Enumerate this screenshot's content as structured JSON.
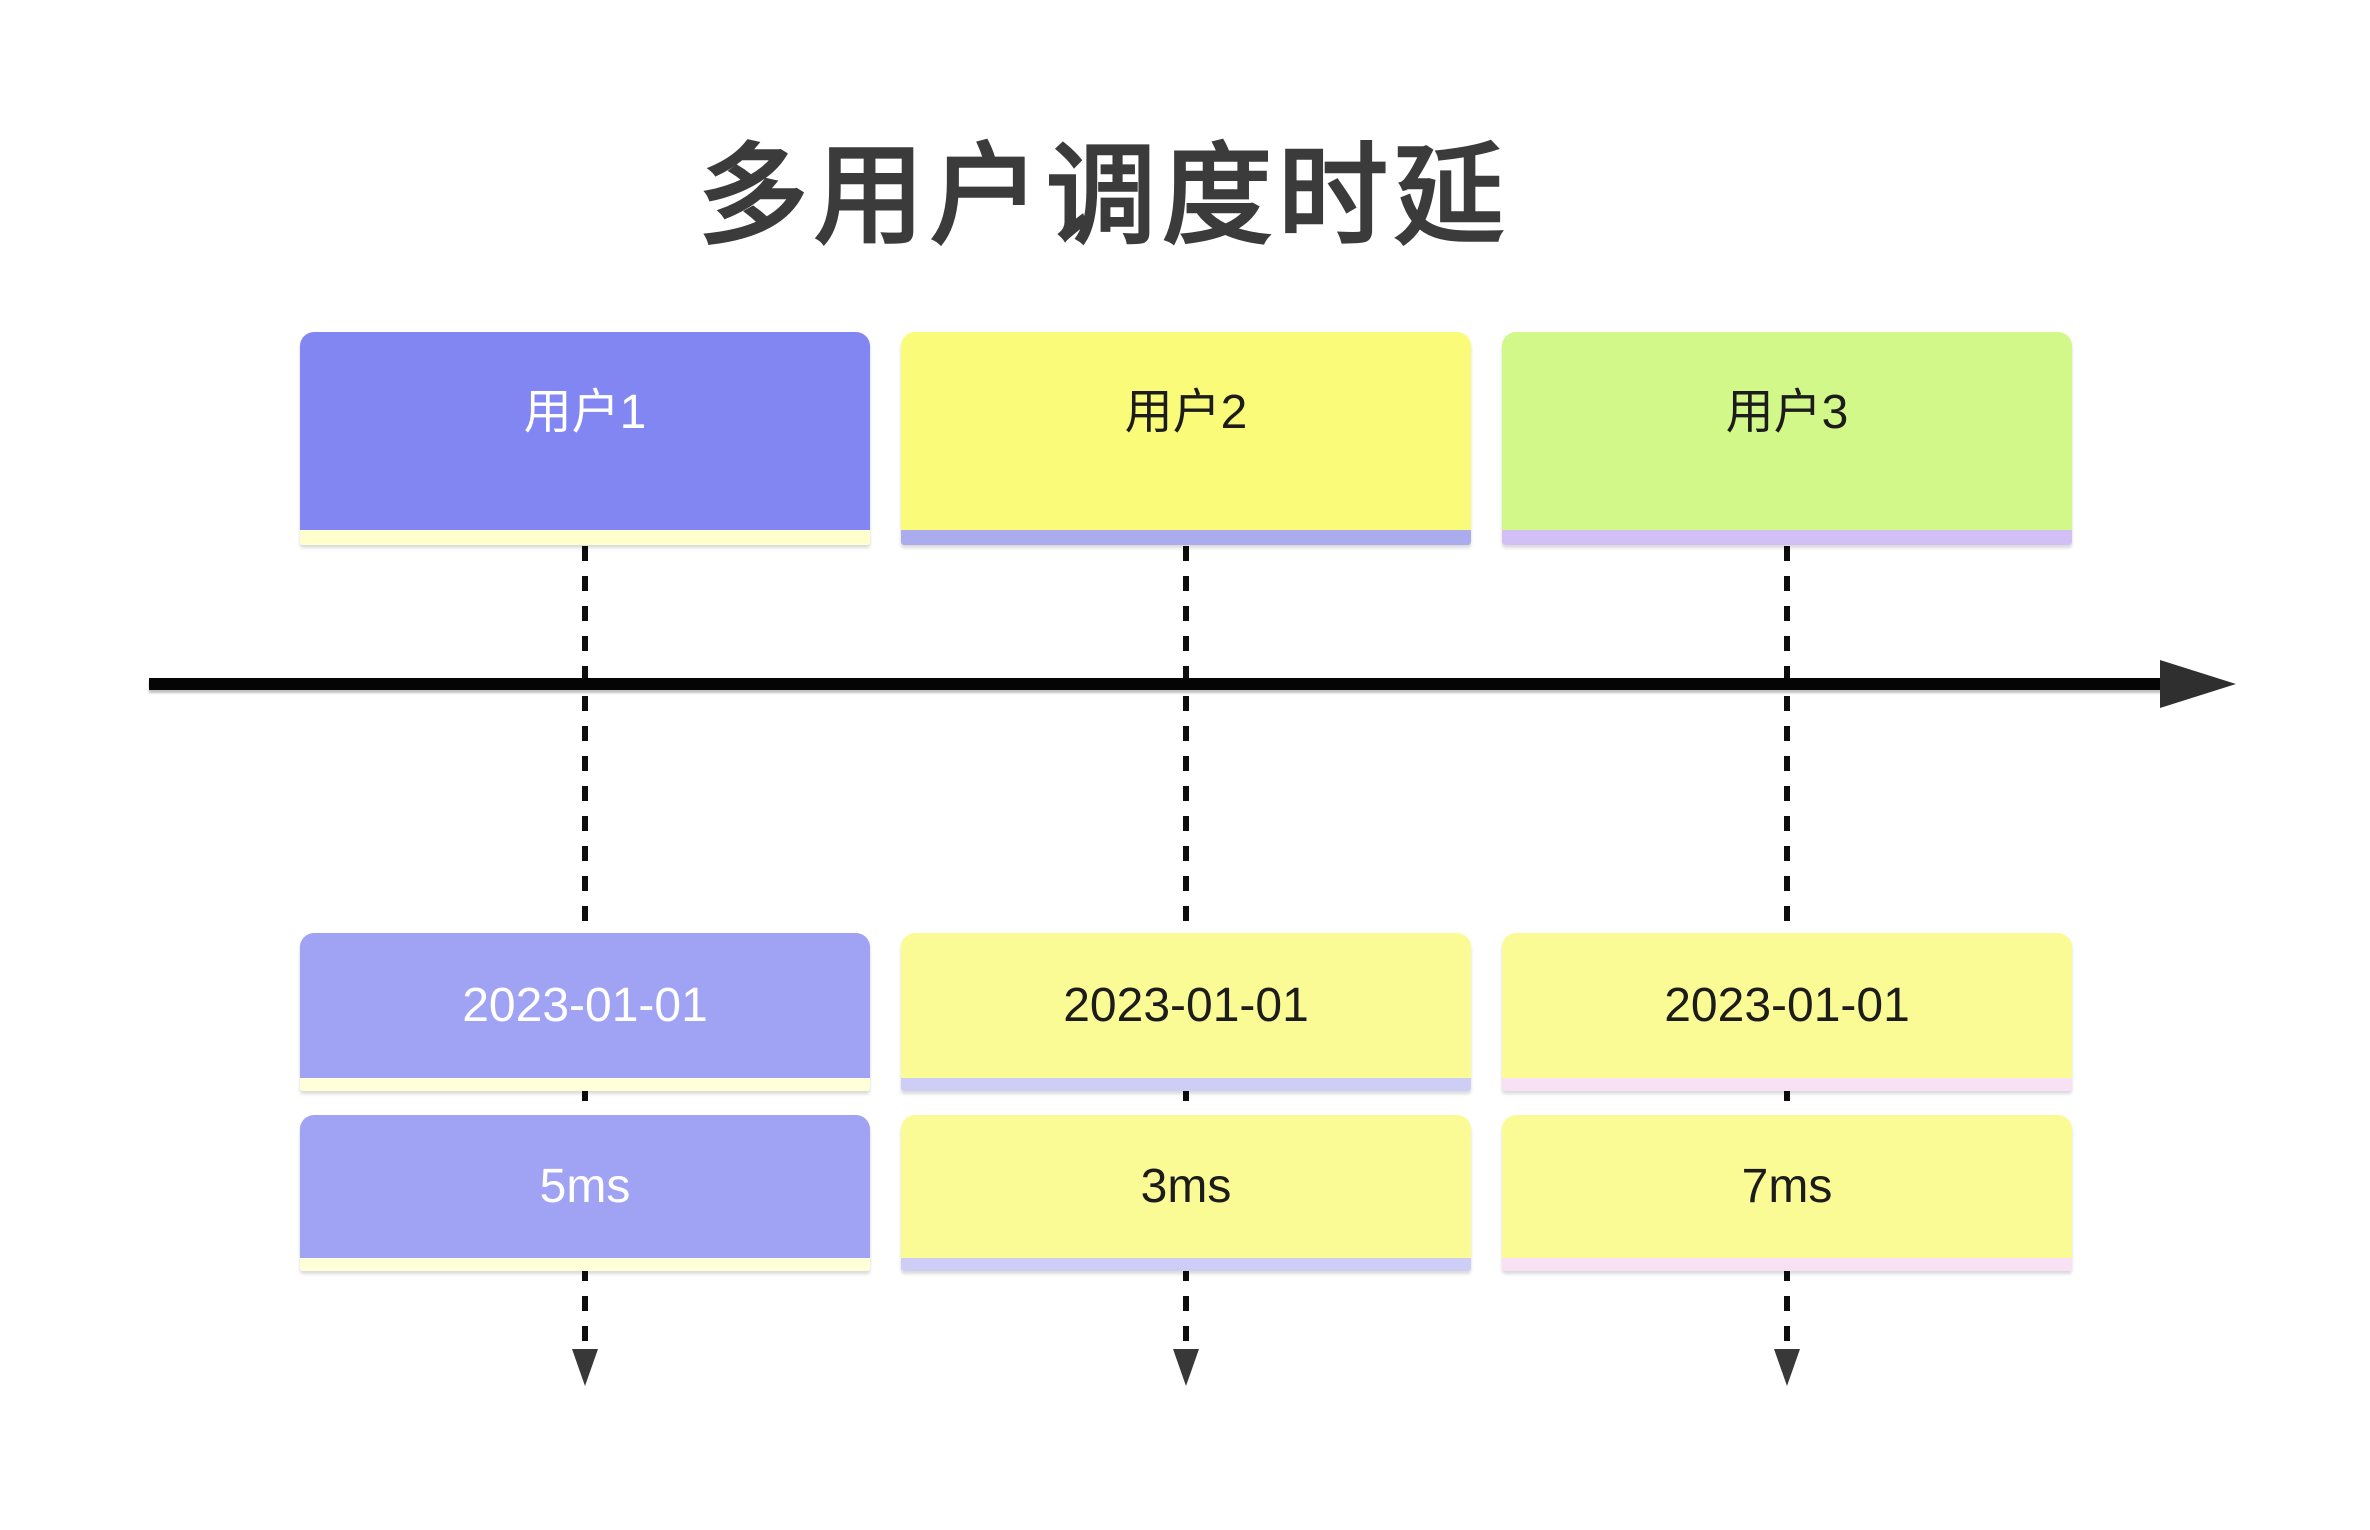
{
  "title": "多用户调度时延",
  "colors": {
    "background": "#ffffff",
    "title_text": "#3b3b3b",
    "axis_line": "#050505",
    "axis_arrowhead": "#2f2f2f",
    "connector_dash": "#0d0d0d",
    "connector_arrowhead": "#383838"
  },
  "icons": {
    "axis_arrowhead": "right-triangle-arrowhead-icon",
    "connector_arrowhead": "down-triangle-arrowhead-icon"
  },
  "timeline": {
    "users": [
      {
        "name": "用户1",
        "date": "2023-01-01",
        "latency": "5ms",
        "header": {
          "bg": "#8286f3",
          "text": "#ffffff",
          "strip": "#ffffcd"
        },
        "event": {
          "bg": "#a0a2f3",
          "text": "#ffffff",
          "strip": "#ffffd8"
        }
      },
      {
        "name": "用户2",
        "date": "2023-01-01",
        "latency": "3ms",
        "header": {
          "bg": "#fbfb7a",
          "text": "#1c1c1c",
          "strip": "#abacee"
        },
        "event": {
          "bg": "#fbfb95",
          "text": "#1c1c1c",
          "strip": "#cdcdf6"
        }
      },
      {
        "name": "用户3",
        "date": "2023-01-01",
        "latency": "7ms",
        "header": {
          "bg": "#d3f88a",
          "text": "#1c1c1c",
          "strip": "#d2bff5"
        },
        "event": {
          "bg": "#fbfb95",
          "text": "#1c1c1c",
          "strip": "#f8e1f4"
        }
      }
    ]
  }
}
